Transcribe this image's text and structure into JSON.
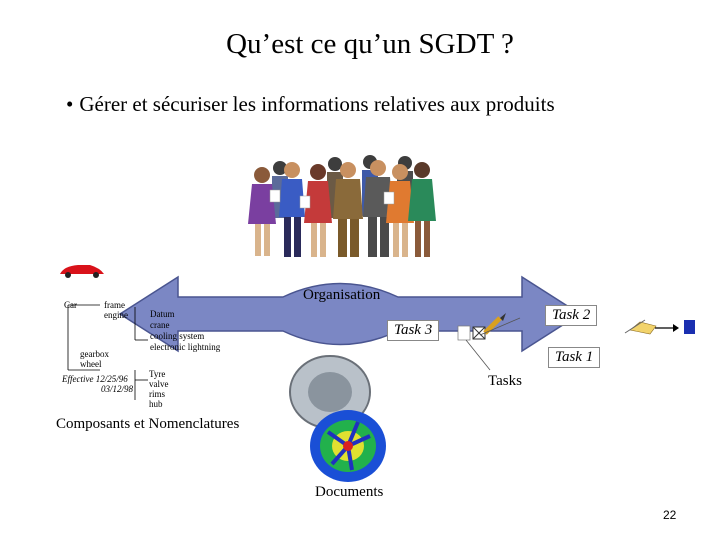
{
  "slide": {
    "title": "Qu’est ce qu’un SGDT ?",
    "bullet": "Gérer et sécuriser les informations relatives aux produits",
    "page_number": "22"
  },
  "diagram": {
    "center_label": "Organisation",
    "components_label": "Composants et Nomenclatures",
    "documents_label": "Documents",
    "tasks_label": "Tasks",
    "tasks": [
      "Task 1",
      "Task 2",
      "Task 3"
    ],
    "tree": {
      "root": "Car",
      "level1_top": [
        "frame",
        "engine"
      ],
      "level2_top": [
        "Datum",
        "crane",
        "cooling system",
        "electronic lightning"
      ],
      "level1_bottom": [
        "gearbox",
        "wheel"
      ],
      "effective": [
        "Effective 12/25/96",
        "03/12/98"
      ],
      "level2_bottom": [
        "Tyre",
        "valve",
        "rims",
        "hub"
      ]
    }
  },
  "colors": {
    "arrow_fill": "#7b87c4",
    "arrow_stroke": "#4a5590",
    "car_red": "#d9121a",
    "rim_blue": "#1a4fd6",
    "rim_green": "#22b14c"
  }
}
